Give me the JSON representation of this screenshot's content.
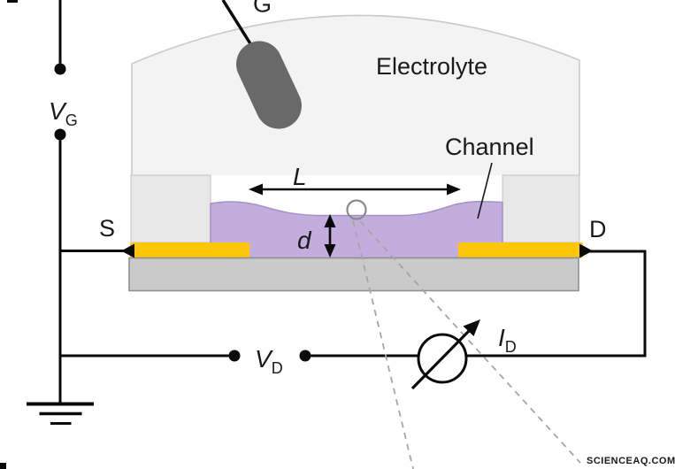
{
  "labels": {
    "gate": "G",
    "electrolyte": "Electrolyte",
    "channel": "Channel",
    "source": "S",
    "drain": "D",
    "channel_length": "L",
    "channel_thickness": "d",
    "gate_voltage": {
      "main": "V",
      "sub": "G"
    },
    "drain_voltage": {
      "main": "V",
      "sub": "D"
    },
    "drain_current": {
      "main": "I",
      "sub": "D"
    }
  },
  "watermark": {
    "text": "SCIENCEAQ.COM"
  },
  "colors": {
    "electrolyte_fill": "#f3f3f3",
    "container_stroke": "#c9c9c9",
    "block_fill": "#e7e7e7",
    "block_stroke": "#cccccc",
    "substrate_fill": "#cacaca",
    "substrate_stroke": "#8f8f8f",
    "gold": "#fdc608",
    "channel_purple": "#c2addd",
    "channel_stroke": "#a590c8",
    "gate_gray": "#696969",
    "wire_black": "#0a0a0a",
    "dashed_gray": "#a5a5a5",
    "zoom_circle_gray": "#8a8a8a",
    "watermark_pink": "#ee9d9d"
  }
}
